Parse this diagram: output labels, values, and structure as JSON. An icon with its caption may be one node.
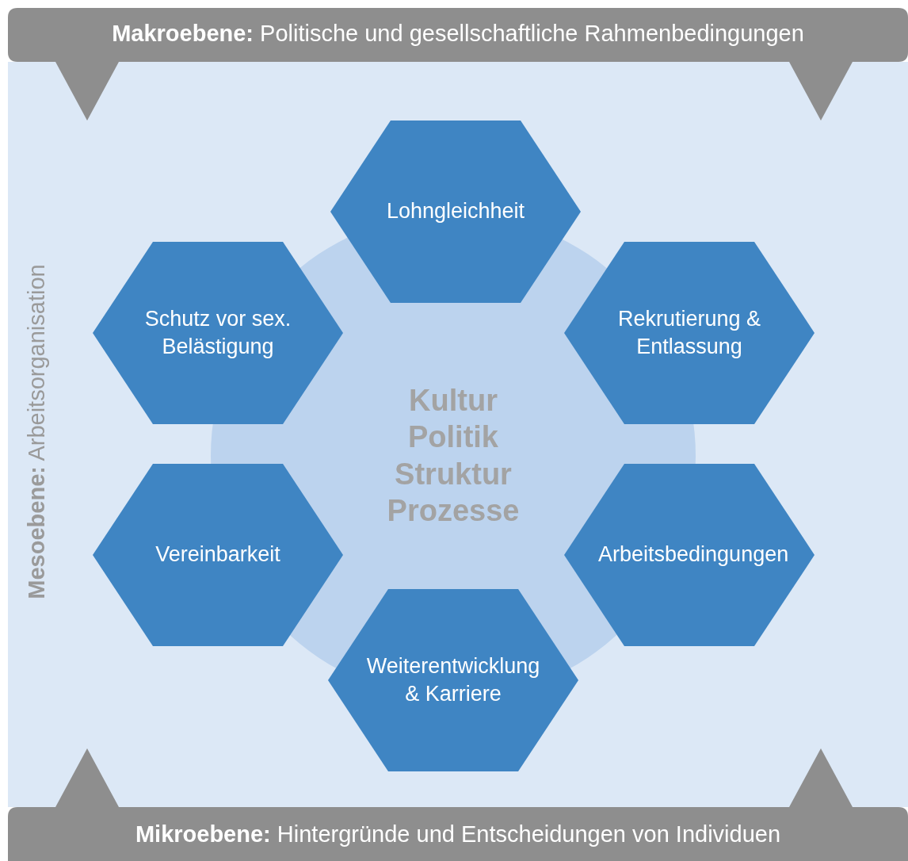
{
  "diagram": {
    "nodes": [
      {
        "text": [
          "**Makroebene:** Politische und gesellschaftliche Rahmenbedingungen"
        ]
      },
      {
        "text": [
          "**Mesoebene:** Arbeitsorganisation"
        ]
      },
      {
        "text": [
          "**Mikroebene:** Hintergründe und Entscheidungen von Individuen"
        ]
      },
      {
        "text": [
          "Kultur Politik Struktur Prozesse"
        ],
        "in": 1
      },
      {
        "text": [
          "Lohngleichheit"
        ],
        "in": 1
      },
      {
        "text": [
          "Schutz vor sex. Belästigung"
        ],
        "in": 1
      },
      {
        "text": [
          "Rekrutierung & Entlassung"
        ],
        "in": 1
      },
      {
        "text": [
          "Vereinbarkeit"
        ],
        "in": 1
      },
      {
        "text": [
          "Arbeitsbedingungen"
        ],
        "in": 1
      },
      {
        "text": [
          "Weiterentwicklung & Karriere"
        ],
        "in": 1
      }
    ],
    "edges": []
  }
}
